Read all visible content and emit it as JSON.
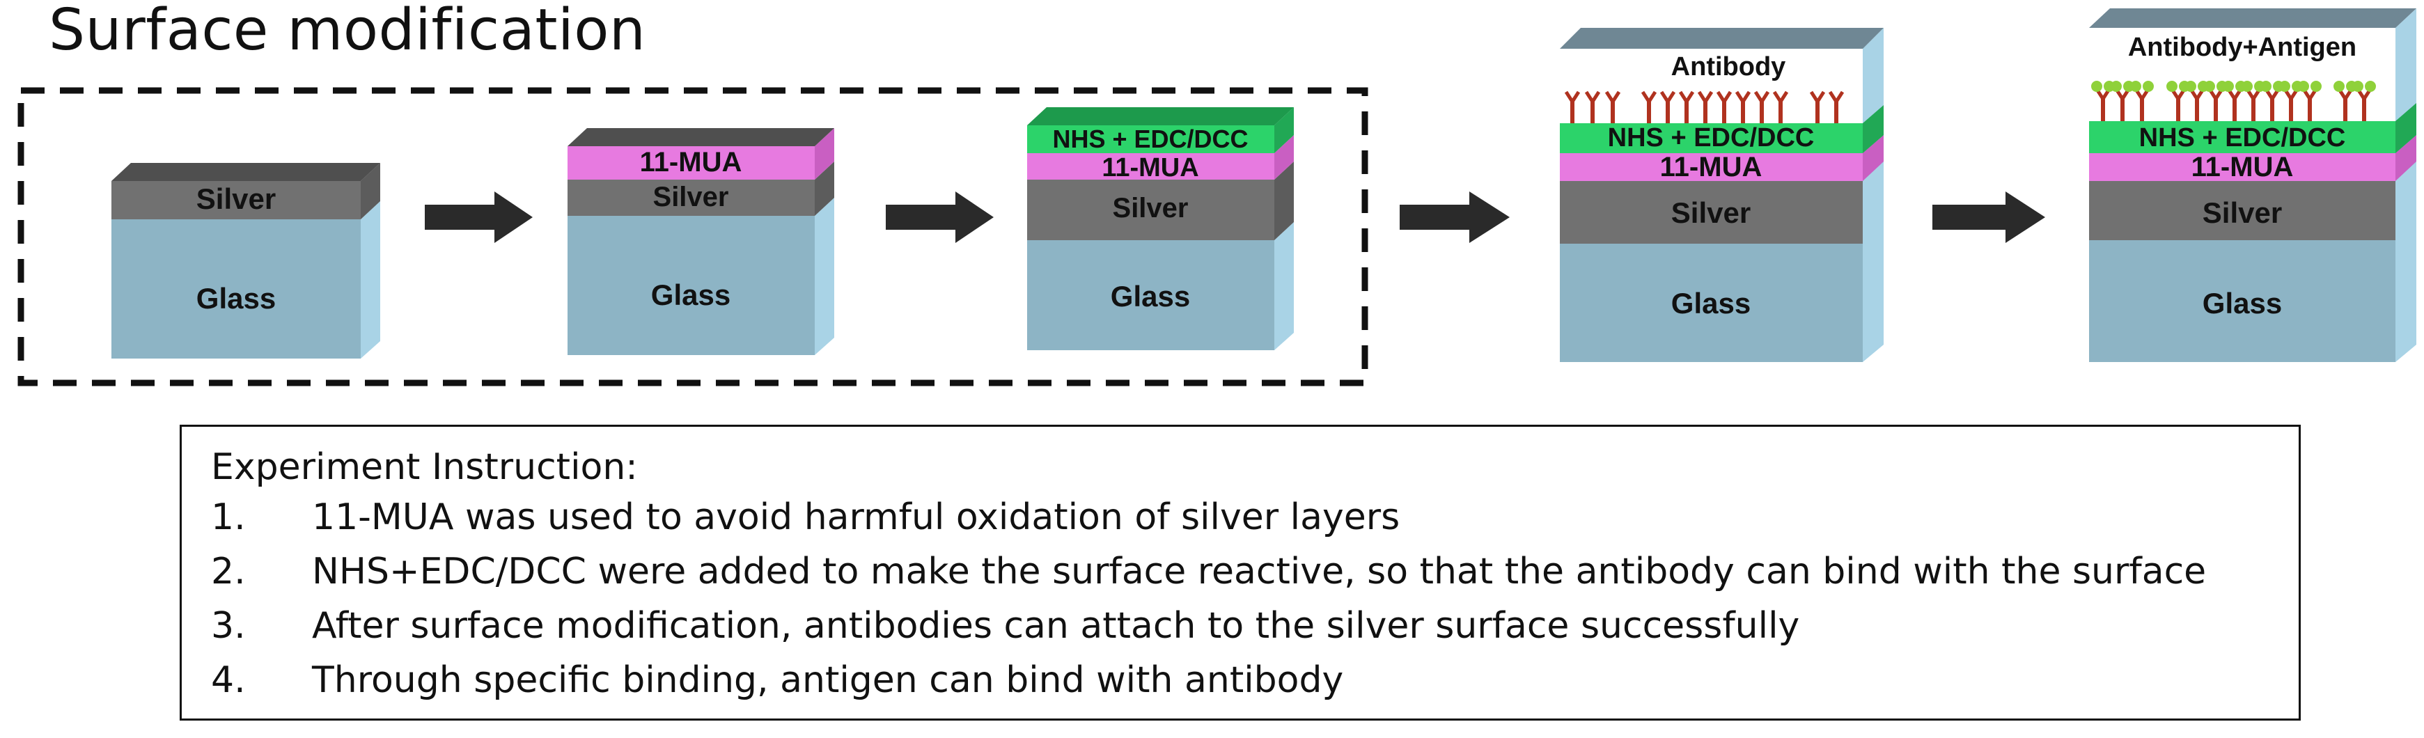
{
  "title": "Surface modification",
  "layers": {
    "glass": "Glass",
    "silver": "Silver",
    "mua": "11-MUA",
    "nhs": "NHS + EDC/DCC"
  },
  "top_labels": {
    "antibody": "Antibody",
    "antibody_antigen": "Antibody+Antigen"
  },
  "colors": {
    "glass_front": "#8db4c5",
    "glass_side": "#a9d3e6",
    "silver_front": "#717171",
    "silver_top": "#4f4f4f",
    "mua_front": "#e77ae0",
    "nhs_front": "#2cd36a",
    "antibody": "#b0321f",
    "antigen": "#8fd13a",
    "arrow": "#2a2a2a"
  },
  "instructions": {
    "heading": "Experiment Instruction:",
    "items": [
      {
        "number": "1.",
        "text": "11-MUA was used to avoid harmful oxidation of silver layers"
      },
      {
        "number": "2.",
        "text": "NHS+EDC/DCC were added to make the surface reactive, so that the antibody can bind with the surface"
      },
      {
        "number": "3.",
        "text": "After surface modification, antibodies can attach to the silver surface successfully"
      },
      {
        "number": "4.",
        "text": "Through specific binding, antigen can bind with antibody"
      }
    ]
  }
}
